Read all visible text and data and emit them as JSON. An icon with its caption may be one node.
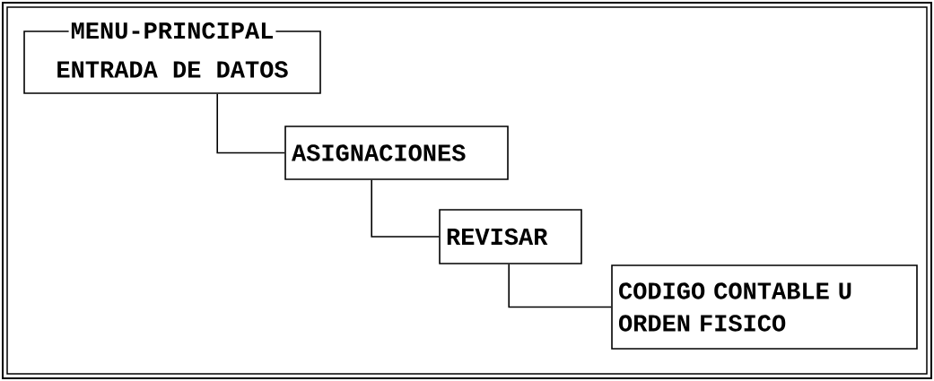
{
  "diagram": {
    "nodes": [
      {
        "text": [
          "MENU-PRINCIPAL",
          "ENTRADA DE DATOS"
        ]
      },
      {
        "text": [
          "ASIGNACIONES"
        ]
      },
      {
        "text": [
          "REVISAR"
        ]
      },
      {
        "text": [
          "CODIGO CONTABLE U ORDEN FISICO"
        ]
      }
    ],
    "edges": [
      {
        "from": 0,
        "to": 1,
        "arrow": "none"
      },
      {
        "from": 1,
        "to": 2,
        "arrow": "none"
      },
      {
        "from": 2,
        "to": 3,
        "arrow": "none"
      }
    ]
  }
}
